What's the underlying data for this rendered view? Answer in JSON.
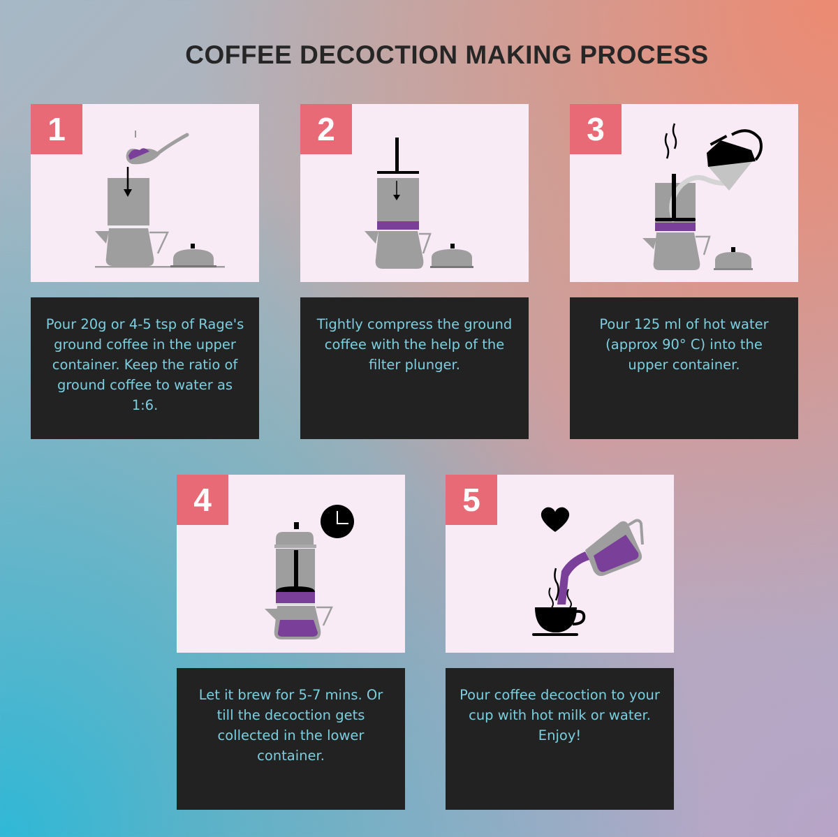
{
  "title": "COFFEE DECOCTION MAKING PROCESS",
  "colors": {
    "badge": "#e86a76",
    "card_bg": "#f8ebf5",
    "desc_bg": "#222222",
    "desc_text": "#7ccfe0",
    "accent_purple": "#7a3f98",
    "metal_gray": "#9e9e9e"
  },
  "steps": [
    {
      "number": "1",
      "icon": "spoon-pour-coffee-into-filter-icon",
      "text": "Pour 20g or 4-5 tsp of Rage's ground coffee in the upper container. Keep the ratio of ground coffee to water as 1:6."
    },
    {
      "number": "2",
      "icon": "plunger-compress-icon",
      "text": "Tightly compress the ground coffee with the help of the filter plunger."
    },
    {
      "number": "3",
      "icon": "kettle-pour-hot-water-icon",
      "text": "Pour 125 ml of hot water (approx 90° C) into the upper container."
    },
    {
      "number": "4",
      "icon": "filter-brewing-clock-icon",
      "text": "Let it brew for 5-7 mins. Or till the decoction gets collected in the lower container."
    },
    {
      "number": "5",
      "icon": "pour-into-cup-heart-icon",
      "text": "Pour coffee decoction to your cup with hot milk or water. Enjoy!"
    }
  ]
}
